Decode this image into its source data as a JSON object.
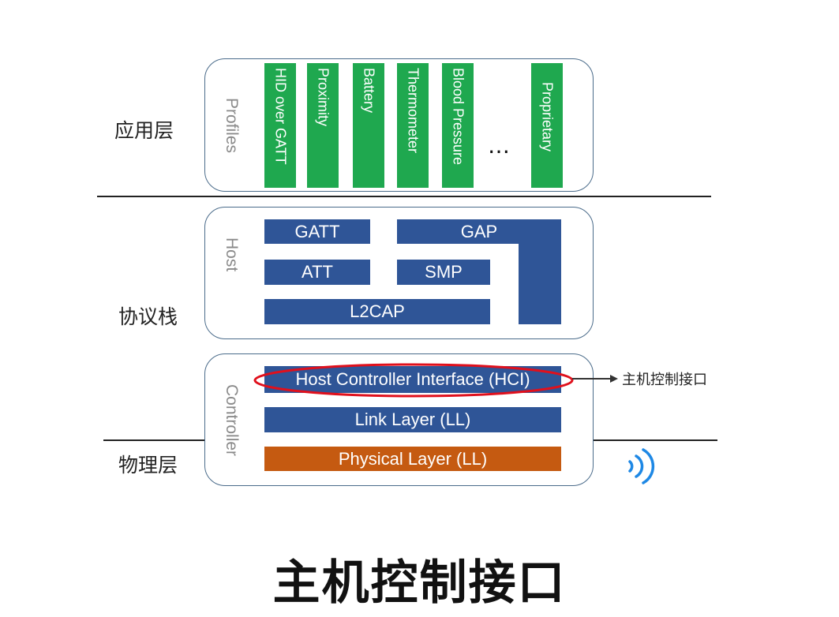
{
  "layers": {
    "application": "应用层",
    "protocol_stack": "协议栈",
    "physical": "物理层"
  },
  "profiles_panel": {
    "label": "Profiles",
    "items": [
      "HID over GATT",
      "Proximity",
      "Battery",
      "Thermometer",
      "Blood Pressure",
      "Proprietary"
    ],
    "ellipsis": "…"
  },
  "host_panel": {
    "label": "Host",
    "blocks": {
      "gatt": "GATT",
      "gap": "GAP",
      "att": "ATT",
      "smp": "SMP",
      "l2cap": "L2CAP"
    }
  },
  "controller_panel": {
    "label": "Controller",
    "blocks": {
      "hci": "Host Controller Interface (HCI)",
      "ll": "Link  Layer (LL)",
      "phy": "Physical  Layer (LL)"
    }
  },
  "annotation": {
    "hci_callout": "主机控制接口"
  },
  "caption": "主机控制接口",
  "colors": {
    "profile_green": "#1fa84f",
    "block_blue": "#2f5597",
    "phy_orange": "#c55a11",
    "highlight_red": "#e0101c",
    "wireless_blue": "#1e88e5"
  },
  "icons": {
    "wireless": "wireless-signal-icon"
  }
}
